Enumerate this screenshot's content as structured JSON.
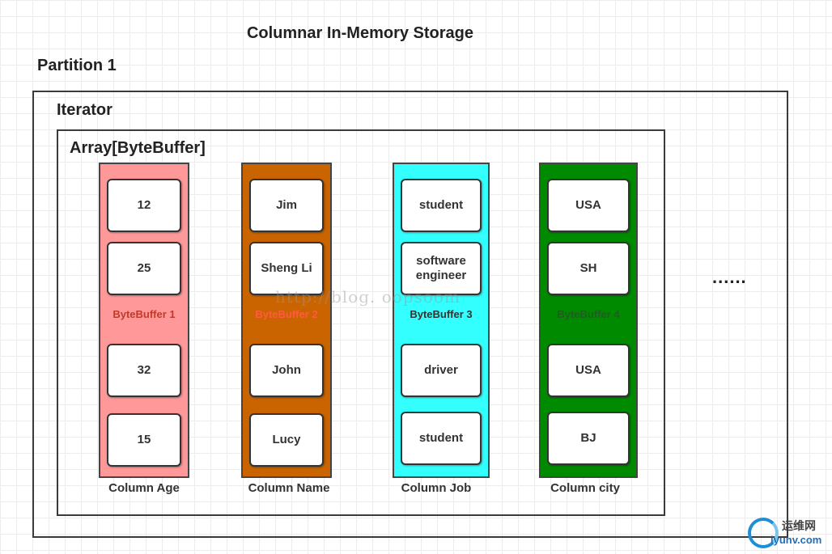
{
  "title": "Columnar In-Memory Storage",
  "partition_label": "Partition 1",
  "iterator_label": "Iterator",
  "array_label": "Array[ByteBuffer]",
  "ellipsis": "......",
  "watermark": "http://blog.        oopsoom",
  "logo": {
    "line1": "运维网",
    "line2": "iyunv.com"
  },
  "colors": {
    "age": "#ff9999",
    "name": "#c96400",
    "job": "#33ffff",
    "city": "#008a00"
  },
  "columns": [
    {
      "name": "Column Age",
      "buffer": "ByteBuffer 1",
      "color": "#ff9999",
      "values": [
        "12",
        "25",
        "32",
        "15"
      ]
    },
    {
      "name": "Column Name",
      "buffer": "ByteBuffer 2",
      "color": "#c96400",
      "values": [
        "Jim",
        "Sheng Li",
        "John",
        "Lucy"
      ]
    },
    {
      "name": "Column Job",
      "buffer": "ByteBuffer 3",
      "color": "#33ffff",
      "values": [
        "student",
        "software engineer",
        "driver",
        "student"
      ]
    },
    {
      "name": "Column city",
      "buffer": "ByteBuffer 4",
      "color": "#008a00",
      "values": [
        "USA",
        "SH",
        "USA",
        "BJ"
      ]
    }
  ]
}
